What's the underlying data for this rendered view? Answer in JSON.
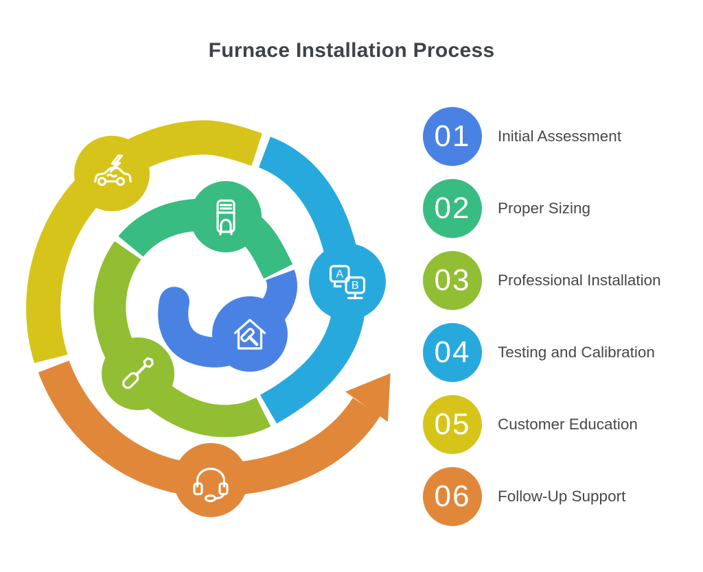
{
  "title": "Furnace Installation Process",
  "colors": {
    "background": "#ffffff",
    "title_text": "#3f4347",
    "label_text": "#45474a",
    "icon_stroke": "#ffffff"
  },
  "steps": [
    {
      "number": "01",
      "label": "Initial Assessment",
      "color": "#4a82e4",
      "icon": "house-hammer-icon"
    },
    {
      "number": "02",
      "label": "Proper Sizing",
      "color": "#38bc81",
      "icon": "furnace-icon"
    },
    {
      "number": "03",
      "label": "Professional Installation",
      "color": "#92be33",
      "icon": "screwdriver-icon"
    },
    {
      "number": "04",
      "label": "Testing and Calibration",
      "color": "#28a9de",
      "icon": "ab-test-icon"
    },
    {
      "number": "05",
      "label": "Customer Education",
      "color": "#d7c41a",
      "icon": "electric-car-icon"
    },
    {
      "number": "06",
      "label": "Follow-Up Support",
      "color": "#e1873a",
      "icon": "headset-icon"
    }
  ]
}
